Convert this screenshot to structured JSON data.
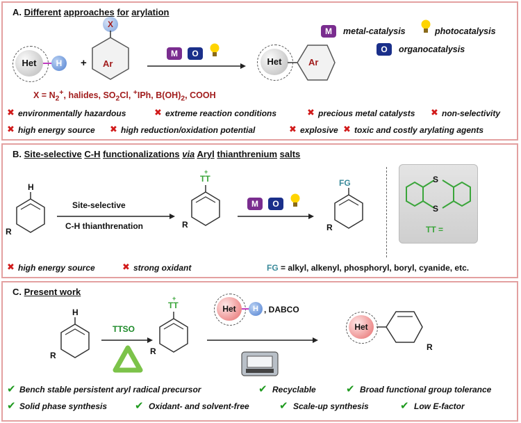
{
  "panelA": {
    "title_letter": "A.",
    "title_words": [
      "Different",
      "approaches",
      "for",
      "arylation"
    ],
    "het_label": "Het",
    "h_label": "H",
    "x_label": "X",
    "ar_label": "Ar",
    "plus": "+",
    "x_def_parts": [
      "X = N",
      "2",
      "+",
      ", halides, SO",
      "2",
      "Cl, ",
      "+",
      "IPh, B(OH)",
      "2",
      ", COOH"
    ],
    "legend": {
      "metal": "metal-catalysis",
      "photo": "photocatalysis",
      "organo": "organocatalysis"
    },
    "badge_m": "M",
    "badge_o": "O",
    "drawbacks_row1": [
      "environmentally hazardous",
      "extreme reaction conditions",
      "precious metal catalysts",
      "non-selectivity"
    ],
    "drawbacks_row2": [
      "high energy source",
      "high reduction/oxidation potential",
      "explosive",
      "toxic and costly arylating agents"
    ]
  },
  "panelB": {
    "title_letter": "B.",
    "title_words": [
      "Site-selective",
      "C-H",
      "functionalizations",
      "via",
      "Aryl",
      "thianthrenium",
      "salts"
    ],
    "h_label": "H",
    "r_label": "R",
    "arrow_top": "Site-selective",
    "arrow_bottom": "C-H thianthrenation",
    "tt_label": "TT",
    "plus_sup": "+",
    "fg_label": "FG",
    "s_label": "S",
    "tt_def": "TT =",
    "drawbacks": [
      "high energy source",
      "strong oxidant"
    ],
    "fg_def_key": "FG",
    "fg_def_rest": " = alkyl, alkenyl, phosphoryl, boryl, cyanide, etc."
  },
  "panelC": {
    "title_letter": "C.",
    "title_word": "Present work",
    "h_label": "H",
    "r_label": "R",
    "ttso": "TTSO",
    "tt_label": "TT",
    "plus_sup": "+",
    "het_label": "Het",
    "h2_label": "H",
    "dabco": ", DABCO",
    "advantages_row1": [
      "Bench stable persistent aryl radical precursor",
      "Recyclable",
      "Broad functional group tolerance"
    ],
    "advantages_row2": [
      "Solid phase synthesis",
      "Oxidant- and solvent-free",
      "Scale-up synthesis",
      "Low E-factor"
    ]
  },
  "colors": {
    "border": "#e3a0a0",
    "cross": "#d11a1a",
    "check": "#1f9a1f",
    "metal": "#7a2d8f",
    "organo": "#1a2f8a",
    "tt_green": "#3aa53a",
    "fg_teal": "#3a8a9a",
    "h_blue": "#5b8fd6",
    "het_bond": "#c03cc0"
  },
  "icons": [
    "lightbulb-icon",
    "cross-icon",
    "check-icon",
    "recycle-icon",
    "ball-mill-icon"
  ]
}
